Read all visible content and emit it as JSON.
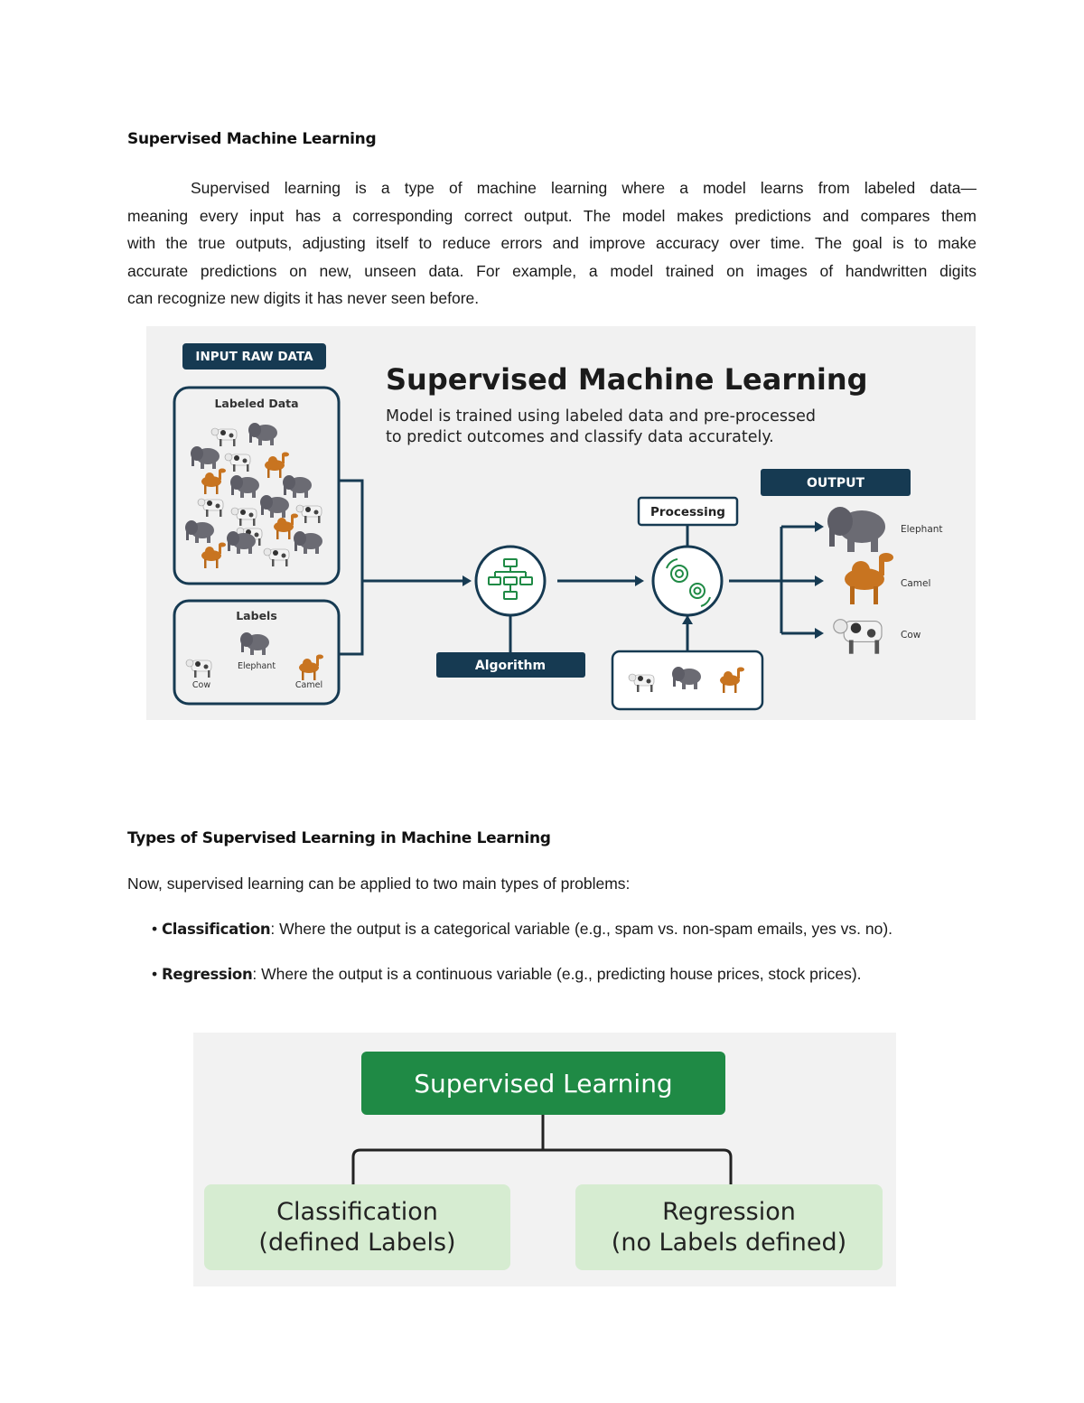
{
  "section1": {
    "heading": "Supervised Machine Learning",
    "paragraph_lines": [
      "Supervised learning is a type of machine learning where a model learns from labeled data—",
      "meaning every input has a corresponding correct output. The model makes predictions and compares them",
      "with the true outputs, adjusting itself to reduce errors and improve accuracy over time. The goal is to make",
      "accurate predictions on new, unseen data. For example, a model trained on images of handwritten digits",
      "can recognize new digits it has never seen before."
    ]
  },
  "figure1": {
    "input_badge": "INPUT RAW DATA",
    "title": "Supervised Machine Learning",
    "subtitle_line1": "Model is trained using labeled data and pre-processed",
    "subtitle_line2": "to predict outcomes and classify data accurately.",
    "labeled_data_label": "Labeled Data",
    "labels_label": "Labels",
    "labels_items": [
      "Cow",
      "Elephant",
      "Camel"
    ],
    "algorithm_label": "Algorithm",
    "processing_label": "Processing",
    "output_badge": "OUTPUT",
    "outputs": [
      "Elephant",
      "Camel",
      "Cow"
    ],
    "colors": {
      "navy": "#163a52",
      "green": "#1f8a45",
      "elephant": "#6b6b73",
      "camel": "#c87420"
    }
  },
  "section2": {
    "heading": "Types of Supervised Learning in Machine Learning",
    "intro": "Now, supervised learning can be applied to two main types of problems:",
    "bullets": [
      {
        "term": "Classification",
        "text": ": Where the output is a categorical variable (e.g., spam vs. non-spam emails, yes vs. no)."
      },
      {
        "term": "Regression",
        "text": ": Where the output is a continuous variable (e.g., predicting house prices, stock prices)."
      }
    ]
  },
  "figure2": {
    "root": "Supervised Learning",
    "left_line1": "Classification",
    "left_line2": "(defined Labels)",
    "right_line1": "Regression",
    "right_line2": "(no Labels defined)",
    "colors": {
      "root": "#1f8a45",
      "leaf": "#d6ecd1"
    }
  }
}
